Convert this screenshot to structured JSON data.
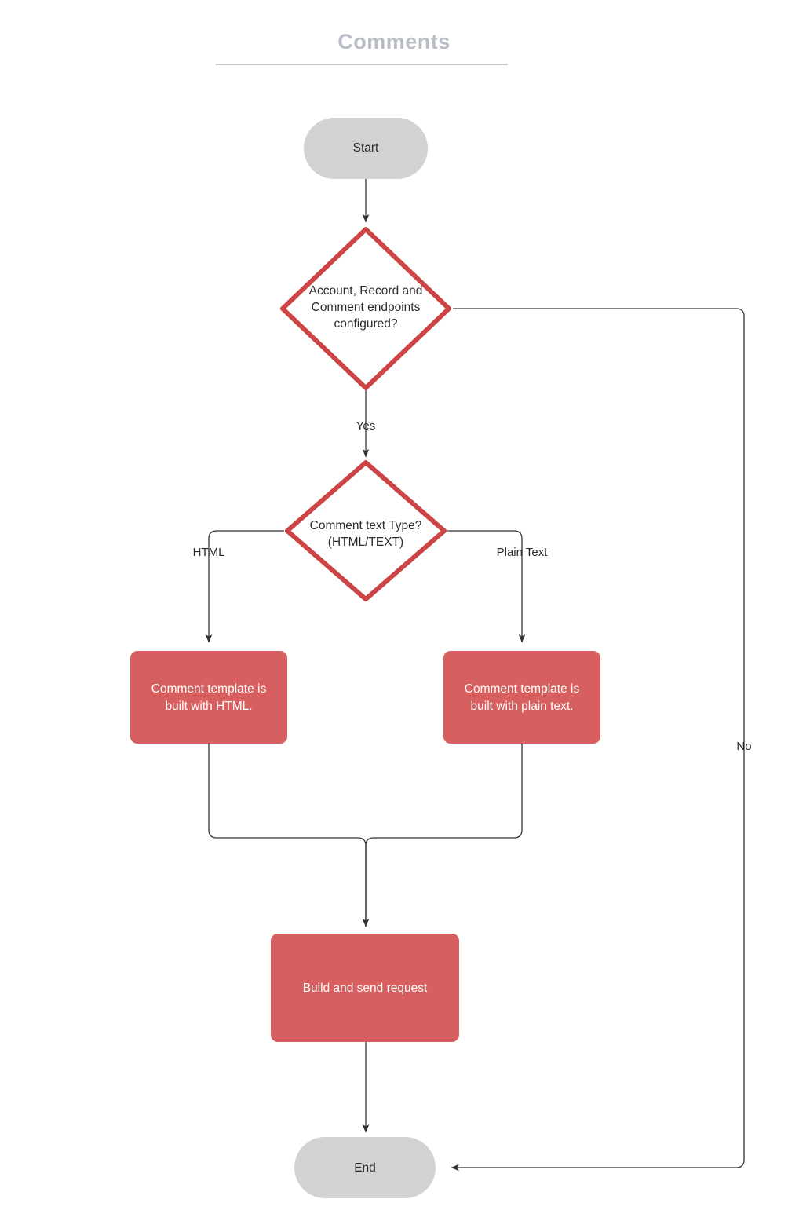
{
  "page": {
    "title": "Comments",
    "background": "#ffffff"
  },
  "colors": {
    "terminator_fill": "#d2d2d2",
    "decision_stroke": "#cc4444",
    "decision_fill": "#ffffff",
    "process_fill": "#d75f5f",
    "process_text": "#ffffff",
    "node_text": "#2b2b2b",
    "connector": "#333333",
    "title_text": "#b8bcc4"
  },
  "nodes": {
    "start": {
      "id": "start",
      "type": "terminator",
      "label": "Start"
    },
    "decision_endpoints": {
      "id": "decision-endpoints",
      "type": "decision",
      "label_lines": [
        "Account, Record and",
        "Comment endpoints",
        "configured?"
      ]
    },
    "decision_text_type": {
      "id": "decision-text-type",
      "type": "decision",
      "label_lines": [
        "Comment text Type?",
        "(HTML/TEXT)"
      ]
    },
    "process_html": {
      "id": "process-html",
      "type": "process",
      "label_lines": [
        "Comment  template is",
        "built with HTML."
      ]
    },
    "process_plain": {
      "id": "process-plain",
      "type": "process",
      "label_lines": [
        "Comment  template is",
        "built with plain text."
      ]
    },
    "process_build_send": {
      "id": "process-build-send",
      "type": "process",
      "label_lines": [
        "Build and send request"
      ]
    },
    "end": {
      "id": "end",
      "type": "terminator",
      "label": "End"
    }
  },
  "edge_labels": {
    "yes": "Yes",
    "no": "No",
    "html": "HTML",
    "plain_text": "Plain Text"
  }
}
